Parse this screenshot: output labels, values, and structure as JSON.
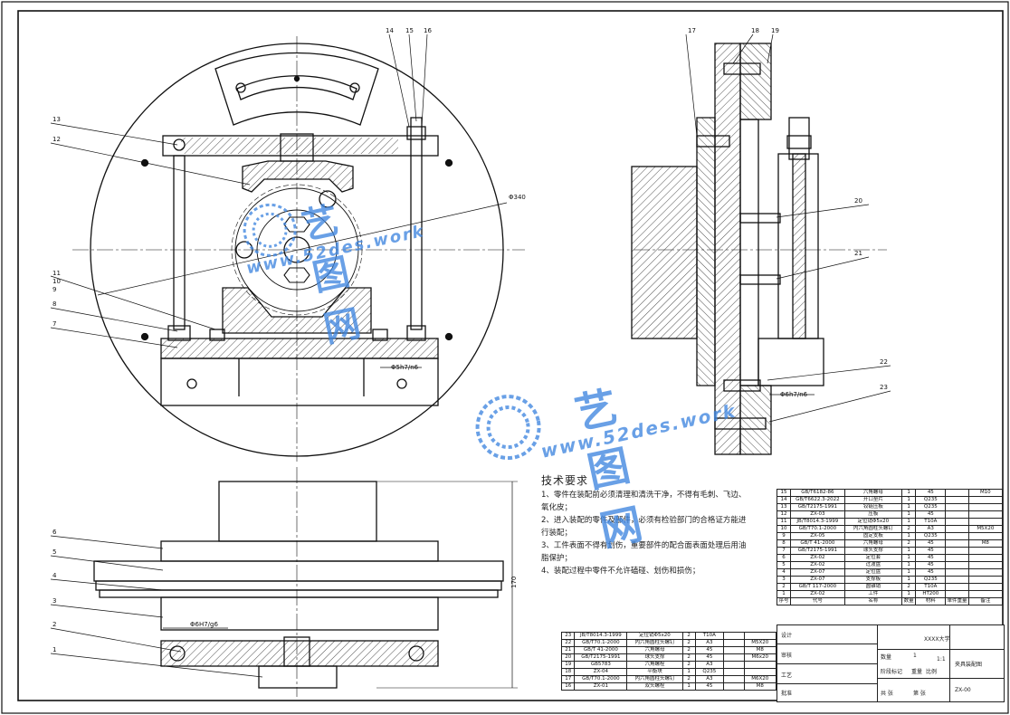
{
  "callouts": [
    "1",
    "2",
    "3",
    "4",
    "5",
    "6",
    "7",
    "8",
    "9",
    "10",
    "11",
    "12",
    "13",
    "14",
    "15",
    "16",
    "17",
    "18",
    "19",
    "20",
    "21",
    "22",
    "23"
  ],
  "dimensions": {
    "diameter": "Φ340",
    "fit_main": "Φ5h7/n6",
    "fit_side": "Φ6h7/n6",
    "fit_bottom": "Φ6H7/g6",
    "height": "170"
  },
  "tech_requirements": {
    "title": "技术要求",
    "items": [
      "1、零件在装配前必须清理和清洗干净，不得有毛刺、飞边、氧化皮；",
      "2、进入装配的零件及部件，必须有检验部门的合格证方能进行装配；",
      "3、工件表面不得有划伤，重要部件的配合面表面处理后用油脂保护；",
      "4、装配过程中零件不允许磕碰、划伤和损伤；"
    ]
  },
  "bom_right": {
    "rows": [
      [
        "15",
        "GB/T6182-86",
        "六角螺母",
        "1",
        "45",
        "",
        "M10"
      ],
      [
        "14",
        "GB/T6622.3-2022",
        "开口垫片",
        "1",
        "Q235",
        "",
        ""
      ],
      [
        "13",
        "GB/T2175-1991",
        "铰链压板",
        "1",
        "Q235",
        "",
        ""
      ],
      [
        "12",
        "ZX-03",
        "压板",
        "1",
        "45",
        "",
        ""
      ],
      [
        "11",
        "JB/T8014.3-1999",
        "定位销Φ5x20",
        "1",
        "T10A",
        "",
        ""
      ],
      [
        "10",
        "GB/T70.1-2000",
        "内六角圆柱头螺钉",
        "2",
        "A3",
        "",
        "M5X20"
      ],
      [
        "9",
        "ZX-05",
        "固定支板",
        "1",
        "Q235",
        "",
        ""
      ],
      [
        "8",
        "GB/T 41-2000",
        "六角螺母",
        "2",
        "45",
        "",
        "M8"
      ],
      [
        "7",
        "GB/T2175-1991",
        "球头支撑",
        "1",
        "45",
        "",
        ""
      ],
      [
        "6",
        "ZX-02",
        "定位套",
        "1",
        "45",
        "",
        ""
      ],
      [
        "5",
        "ZX-02",
        "过渡盘",
        "1",
        "45",
        "",
        ""
      ],
      [
        "4",
        "ZX-07",
        "定位盘",
        "1",
        "45",
        "",
        ""
      ],
      [
        "3",
        "ZX-07",
        "支撑板",
        "1",
        "Q235",
        "",
        ""
      ],
      [
        "2",
        "GB/T 117-2000",
        "圆锥销",
        "2",
        "T10A",
        "",
        ""
      ],
      [
        "1",
        "ZX-02",
        "工件",
        "1",
        "HT200",
        "",
        ""
      ]
    ],
    "header": [
      "序号",
      "代号",
      "名称",
      "数量",
      "材料",
      "单件重量",
      "备注"
    ]
  },
  "bom_left": {
    "rows": [
      [
        "23",
        "JB/T8014.3-1999",
        "定位销Φ5x20",
        "2",
        "T10A",
        "",
        ""
      ],
      [
        "22",
        "GB/T70.1-2000",
        "内六角圆柱头螺钉",
        "2",
        "A3",
        "",
        "M5X20"
      ],
      [
        "21",
        "GB/T 41-2000",
        "六角螺母",
        "2",
        "45",
        "",
        "M8"
      ],
      [
        "20",
        "GB/T2175-1991",
        "球头支撑",
        "2",
        "45",
        "",
        "M6x20"
      ],
      [
        "19",
        "GB5783",
        "六角螺栓",
        "2",
        "A3",
        "",
        ""
      ],
      [
        "18",
        "ZX-04",
        "平衡块",
        "1",
        "Q235",
        "",
        ""
      ],
      [
        "17",
        "GB/T70.1-2000",
        "内六角圆柱头螺钉",
        "2",
        "A3",
        "",
        "M6X20"
      ],
      [
        "16",
        "ZX-01",
        "双头螺栓",
        "1",
        "45",
        "",
        "M8"
      ]
    ]
  },
  "title_block": {
    "school": "XXXX大学",
    "drawing_name": "夹具装配图",
    "drawing_no": "ZX-00",
    "quantity_label": "数量",
    "quantity": "1",
    "stage_label": "阶段标记",
    "weight_label": "重量",
    "scale_label": "比例",
    "scale": "1:1",
    "design": "设计",
    "review": "审核",
    "process": "工艺",
    "approve": "批准",
    "sheet_total": "共 张",
    "sheet_no": "第 张"
  },
  "watermark": {
    "brand": "艺图网",
    "url": "www.52des.work"
  },
  "colors": {
    "line": "#111111",
    "watermark": "#3f86e0"
  }
}
